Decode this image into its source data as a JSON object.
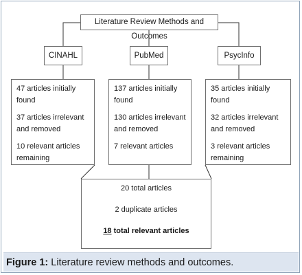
{
  "title": "Literature Review Methods and Outcomes",
  "databases": [
    {
      "name": "CINAHL",
      "lines": [
        "47 articles initially found",
        "37 articles irrelevant and removed",
        "10 relevant articles remaining"
      ]
    },
    {
      "name": "PubMed",
      "lines": [
        "137 articles initially found",
        "130 articles irrelevant and removed",
        "7 relevant articles"
      ]
    },
    {
      "name": "PsycInfo",
      "lines": [
        "35 articles initially found",
        "32 articles irrelevant and removed",
        "3 relevant articles remaining"
      ]
    }
  ],
  "totals": {
    "total_articles": "20 total articles",
    "duplicates": "2 duplicate articles",
    "relevant_number": "18",
    "relevant_suffix": " total relevant articles"
  },
  "caption": {
    "label": "Figure 1:",
    "text": " Literature review methods and outcomes."
  }
}
